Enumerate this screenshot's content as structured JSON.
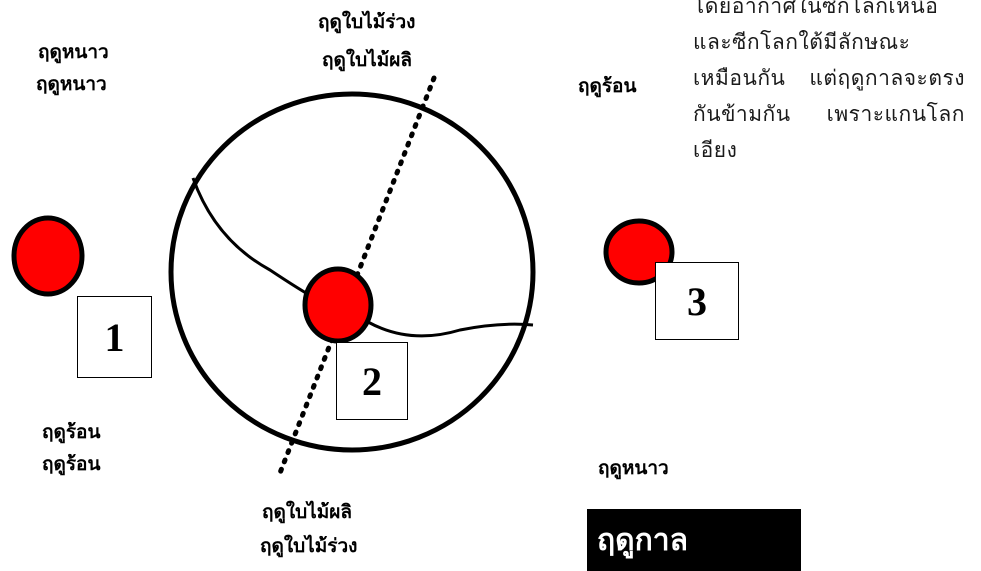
{
  "labels": {
    "left_top_1": "ฤดูหนาว",
    "left_top_2": "ฤดูหนาว",
    "left_bottom_1": "ฤดูร้อน",
    "left_bottom_2": "ฤดูร้อน",
    "center_top_1": "ฤดูใบไม้ร่วง",
    "center_top_2": "ฤดูใบไม้ผลิ",
    "center_bottom_1": "ฤดูใบไม้ผลิ",
    "center_bottom_2": "ฤดูใบไม้ร่วง",
    "right_top": "ฤดูร้อน",
    "right_bottom": "ฤดูหนาว"
  },
  "positions": {
    "pos1": "1",
    "pos2": "2",
    "pos3": "3"
  },
  "note": "โดยอากาศในซีกโลกเหนือและซีกโลกใต้มีลักษณะเหมือนกัน แต่ฤดูกาลจะตรงกันข้ามกัน เพราะแกนโลกเอียง",
  "title": "ฤดูกาล",
  "colors": {
    "sun": "#ff0000",
    "outline": "#000000",
    "title_bg": "#000000",
    "title_text": "#ffffff"
  }
}
